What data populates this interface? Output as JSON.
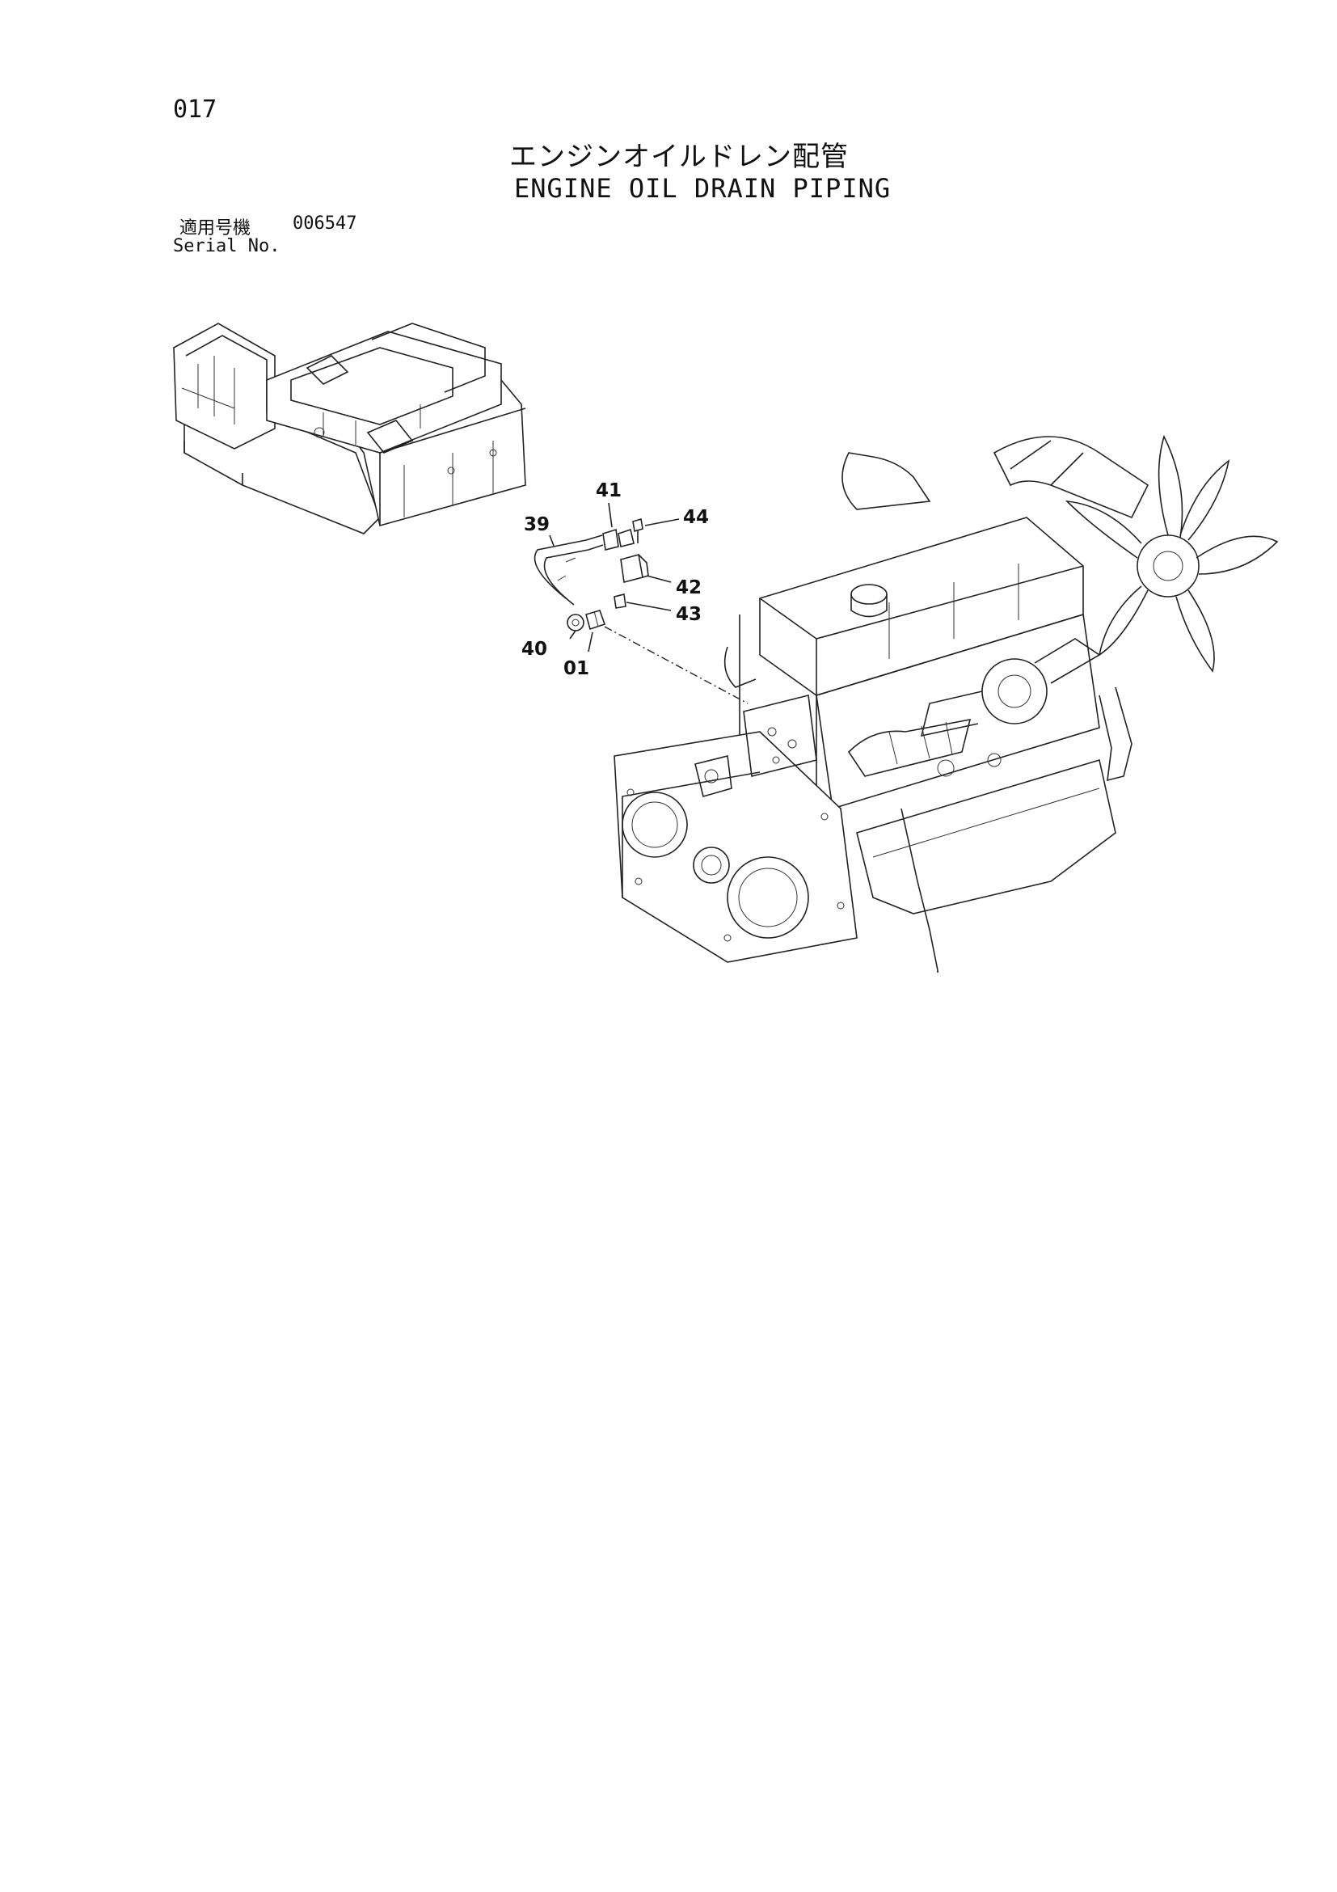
{
  "page": {
    "number": "017"
  },
  "title": {
    "japanese": "エンジンオイルドレン配管",
    "english": "ENGINE OIL DRAIN PIPING"
  },
  "serial": {
    "label_jp": "適用号機",
    "value": "006547",
    "label_en": "Serial No."
  },
  "callouts": [
    {
      "id": "41",
      "label": "41"
    },
    {
      "id": "44",
      "label": "44"
    },
    {
      "id": "39",
      "label": "39"
    },
    {
      "id": "42",
      "label": "42"
    },
    {
      "id": "43",
      "label": "43"
    },
    {
      "id": "40",
      "label": "40"
    },
    {
      "id": "01",
      "label": "01"
    }
  ]
}
